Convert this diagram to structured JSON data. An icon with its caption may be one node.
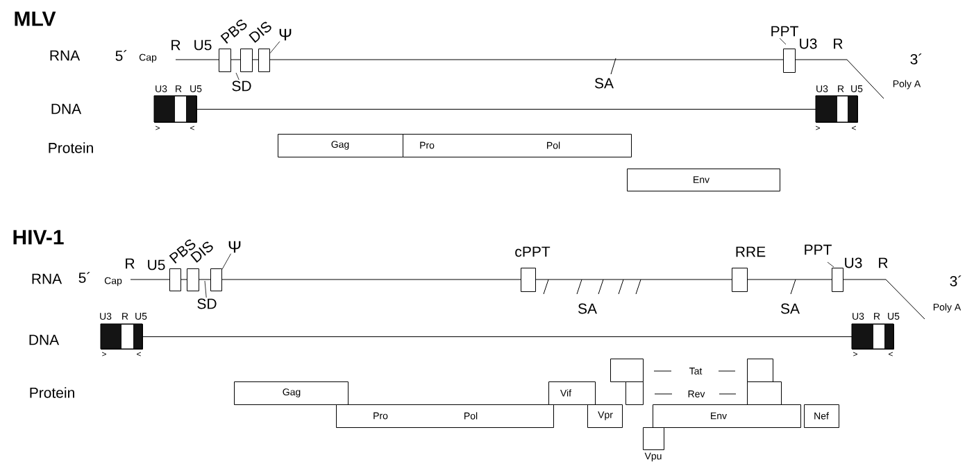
{
  "diagram": {
    "nodes": [
      {
        "text": [
          "PBS"
        ]
      },
      {
        "text": [
          "DIS"
        ]
      },
      {
        "text": [],
        "shape": "box"
      },
      {
        "text": [
          "SD"
        ]
      },
      {
        "text": [
          "PPT"
        ]
      },
      {
        "text": [
          "U3",
          "R",
          "U5"
        ],
        "beside": [
          ">",
          "<"
        ]
      },
      {
        "text": [
          "U3",
          "R",
          "U5"
        ],
        "beside": [
          ">",
          "<"
        ]
      },
      {
        "text": [
          "Gag"
        ]
      },
      {
        "text": [
          "Pro",
          "Pol"
        ]
      },
      {
        "text": [
          "Env"
        ]
      },
      {
        "text": [
          "PBS"
        ]
      },
      {
        "text": [
          "DIS"
        ]
      },
      {
        "text": [],
        "shape": "box"
      },
      {
        "text": [
          "SD"
        ]
      },
      {
        "text": [
          "cPPT"
        ]
      },
      {
        "text": [
          "RRE"
        ]
      },
      {
        "text": [
          "PPT"
        ]
      },
      {
        "text": [
          "U3",
          "R",
          "U5"
        ],
        "beside": [
          ">",
          "<"
        ]
      },
      {
        "text": [
          "U3",
          "R",
          "U5"
        ],
        "beside": [
          ">",
          "<"
        ]
      },
      {
        "text": [
          "Gag"
        ]
      },
      {
        "text": [
          "Pro",
          "Pol"
        ]
      },
      {
        "text": [
          "Vif"
        ]
      },
      {
        "text": [
          "Vpr"
        ]
      },
      {
        "text": [],
        "shape": "box"
      },
      {
        "text": [],
        "shape": "box"
      },
      {
        "text": [
          "Env"
        ]
      },
      {
        "text": [],
        "shape": "box"
      },
      {
        "text": [],
        "shape": "box"
      },
      {
        "text": [
          "Vpu"
        ]
      },
      {
        "text": [
          "Nef"
        ]
      },
      {
        "text": [
          "Ψ"
        ]
      },
      {
        "text": [
          "Ψ"
        ]
      }
    ],
    "edges": [
      {
        "from": 3,
        "to": null,
        "arrow": "none"
      },
      {
        "from": 13,
        "to": null,
        "arrow": "none"
      },
      {
        "from": 30,
        "to": 2,
        "arrow": "none"
      },
      {
        "from": 31,
        "to": 12,
        "arrow": "none"
      },
      {
        "from": 5,
        "to": 6,
        "arrow": "none"
      },
      {
        "from": 17,
        "to": 18,
        "arrow": "none"
      }
    ],
    "labels": [
      "MLV",
      "RNA",
      "5´",
      "Cap",
      "R",
      "U5",
      "SA",
      "U3",
      "R",
      "3´",
      "Poly A",
      "DNA",
      "Protein",
      "HIV-1",
      "RNA",
      "5´",
      "Cap",
      "R",
      "U5",
      "SA",
      "SA",
      "U3",
      "R",
      "3´",
      "Poly A",
      "DNA",
      "Tat",
      "Rev",
      "Protein"
    ]
  }
}
